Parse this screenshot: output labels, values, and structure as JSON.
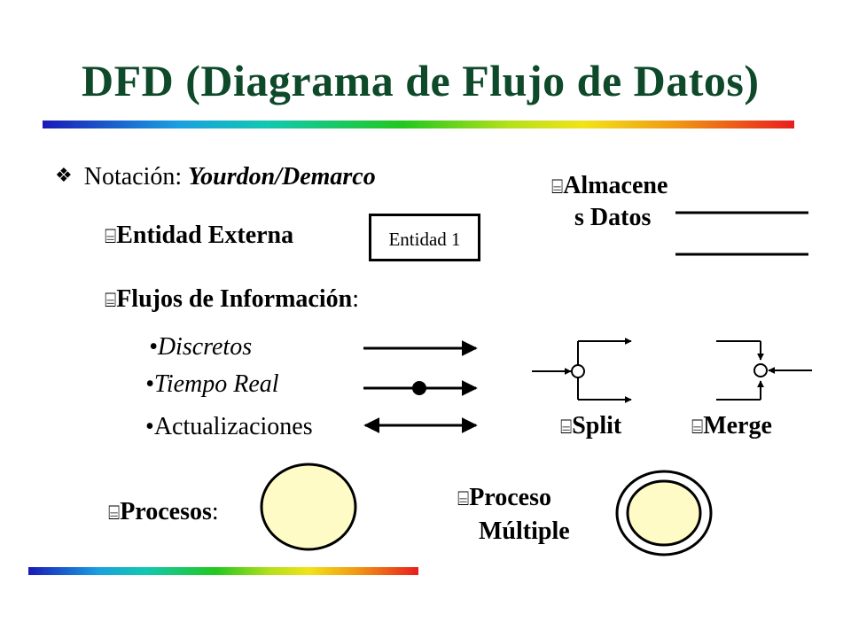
{
  "title": "DFD (Diagrama de Flujo de Datos)",
  "notation": {
    "label": "Notación: ",
    "value": "Yourdon/Demarco"
  },
  "bullet_marker": "⌸",
  "items": {
    "external_entity": "Entidad Externa",
    "entity_box": "Entidad 1",
    "data_store_line1": "Almacene",
    "data_store_line2": "s Datos",
    "flows": "Flujos de Información",
    "flows_colon": ":",
    "discrete": "Discretos",
    "real_time": "Tiempo Real",
    "updates": "Actualizaciones",
    "split": "Split",
    "merge": "Merge",
    "processes": "Procesos",
    "processes_colon": ":",
    "multi_line1": "Proceso",
    "multi_line2": "Múltiple"
  },
  "colors": {
    "title": "#0e4a2a",
    "process_fill": "#fffbc6",
    "lines": "#000000"
  }
}
